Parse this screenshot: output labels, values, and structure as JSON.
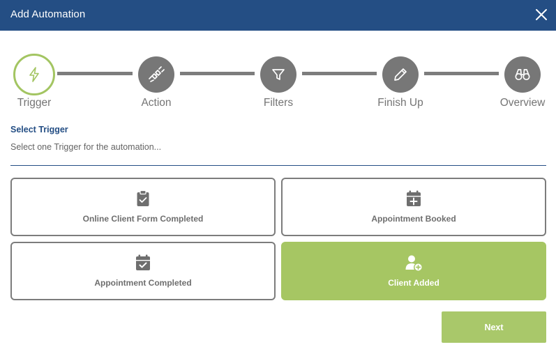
{
  "dialog": {
    "title": "Add Automation",
    "close_label": "×"
  },
  "stepper": {
    "steps": [
      {
        "label": "Trigger",
        "icon": "bolt-icon",
        "active": true
      },
      {
        "label": "Action",
        "icon": "plug-icon",
        "active": false
      },
      {
        "label": "Filters",
        "icon": "filter-icon",
        "active": false
      },
      {
        "label": "Finish Up",
        "icon": "pencil-icon",
        "active": false
      },
      {
        "label": "Overview",
        "icon": "binoculars-icon",
        "active": false
      }
    ]
  },
  "section": {
    "title": "Select Trigger",
    "description": "Select one Trigger for the automation..."
  },
  "triggers": [
    {
      "label": "Online Client Form Completed",
      "icon": "clipboard-check-icon",
      "selected": false
    },
    {
      "label": "Appointment Booked",
      "icon": "calendar-plus-icon",
      "selected": false
    },
    {
      "label": "Appointment Completed",
      "icon": "calendar-check-icon",
      "selected": false
    },
    {
      "label": "Client Added",
      "icon": "user-plus-icon",
      "selected": true
    }
  ],
  "footer": {
    "next_label": "Next"
  },
  "colors": {
    "header": "#244e84",
    "accent": "#a6c663",
    "step_inactive": "#777777",
    "card_border": "#7c7c7c"
  }
}
